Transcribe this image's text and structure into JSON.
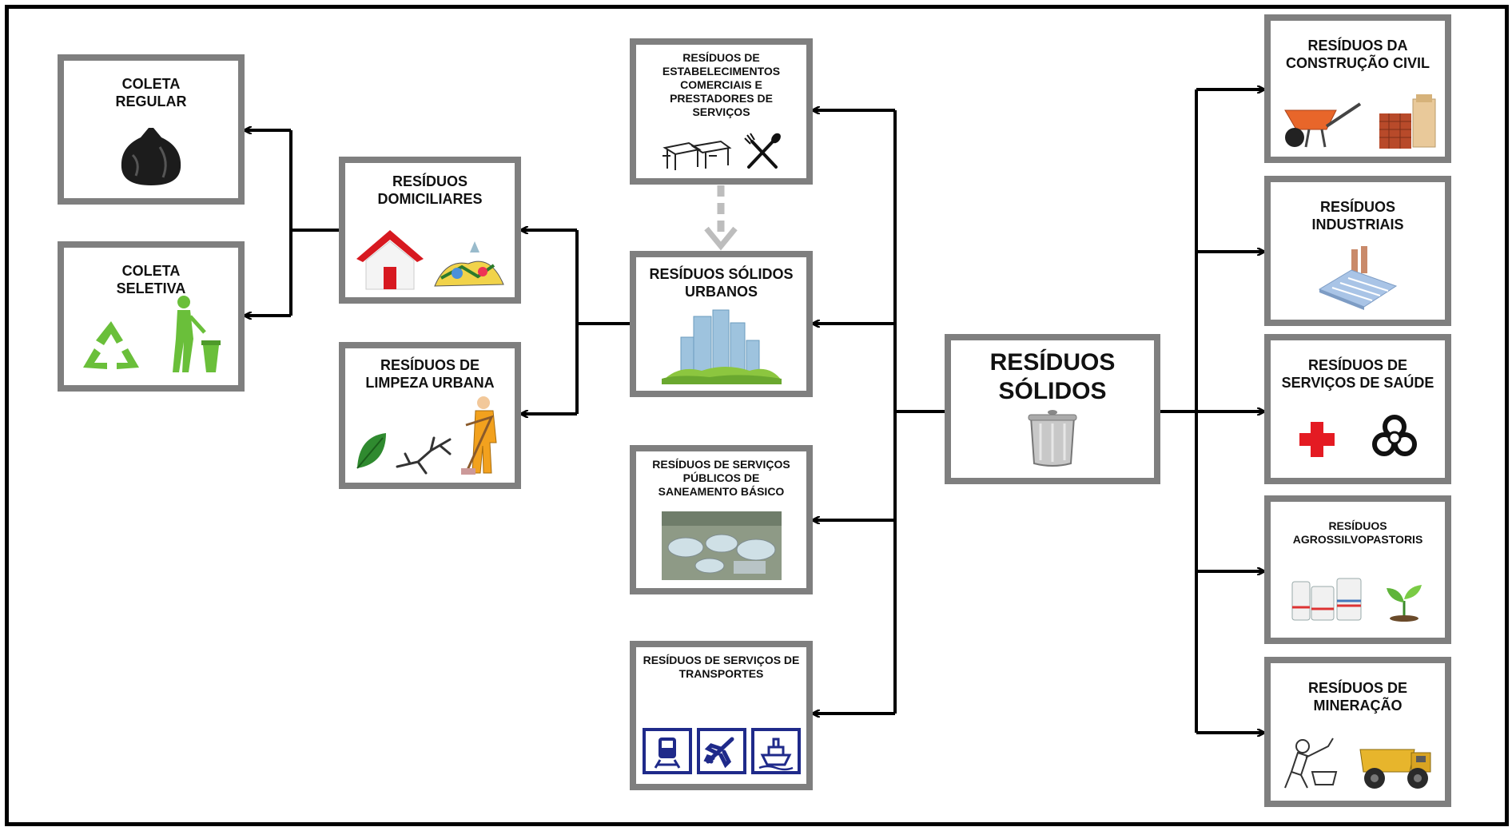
{
  "colors": {
    "box_border": "#7f7f7f",
    "arrow": "#000000",
    "dashed_arrow": "#bdbdbd"
  },
  "center": {
    "label": "RESÍDUOS\nSÓLIDOS",
    "icon": "trash-can-icon"
  },
  "middle": {
    "comerciais": {
      "label": "RESÍDUOS DE ESTABELECIMENTOS COMERCIAIS E PRESTADORES DE SERVIÇOS",
      "icons": [
        "restaurant-tables-icon",
        "fork-spoon-icon"
      ]
    },
    "urbanos": {
      "label": "RESÍDUOS SÓLIDOS URBANOS",
      "icon": "city-buildings-icon"
    },
    "saneamento": {
      "label": "RESÍDUOS DE SERVIÇOS PÚBLICOS DE SANEAMENTO BÁSICO",
      "icon": "treatment-plant-photo-icon"
    },
    "transportes": {
      "label": "RESÍDUOS DE SERVIÇOS DE TRANSPORTES",
      "icons": [
        "train-icon",
        "airplane-icon",
        "ship-icon"
      ]
    }
  },
  "left": {
    "domiciliares": {
      "label": "RESÍDUOS DOMICILIARES",
      "icons": [
        "house-icon",
        "garbage-pile-icon"
      ]
    },
    "limpeza": {
      "label": "RESÍDUOS DE LIMPEZA URBANA",
      "icons": [
        "leaf-icon",
        "branches-icon",
        "street-sweeper-icon"
      ]
    }
  },
  "far_left": {
    "regular": {
      "label": "COLETA REGULAR",
      "icon": "garbage-bag-icon"
    },
    "seletiva": {
      "label": "COLETA SELETIVA",
      "icons": [
        "recycle-icon",
        "person-recycling-icon"
      ]
    }
  },
  "right": {
    "construcao": {
      "label": "RESÍDUOS DA CONSTRUÇÃO CIVIL",
      "icons": [
        "wheelbarrow-icon",
        "bricks-icon"
      ]
    },
    "industriais": {
      "label": "RESÍDUOS INDUSTRIAIS",
      "icon": "factory-icon"
    },
    "saude": {
      "label": "RESÍDUOS DE SERVIÇOS DE SAÚDE",
      "icons": [
        "red-cross-icon",
        "biohazard-icon"
      ]
    },
    "agro": {
      "label": "RESÍDUOS AGROSSILVOPASTORIS",
      "icons": [
        "chemical-containers-icon",
        "seedling-icon"
      ]
    },
    "mineracao": {
      "label": "RESÍDUOS DE MINERAÇÃO",
      "icons": [
        "miner-icon",
        "dump-truck-icon"
      ]
    }
  }
}
